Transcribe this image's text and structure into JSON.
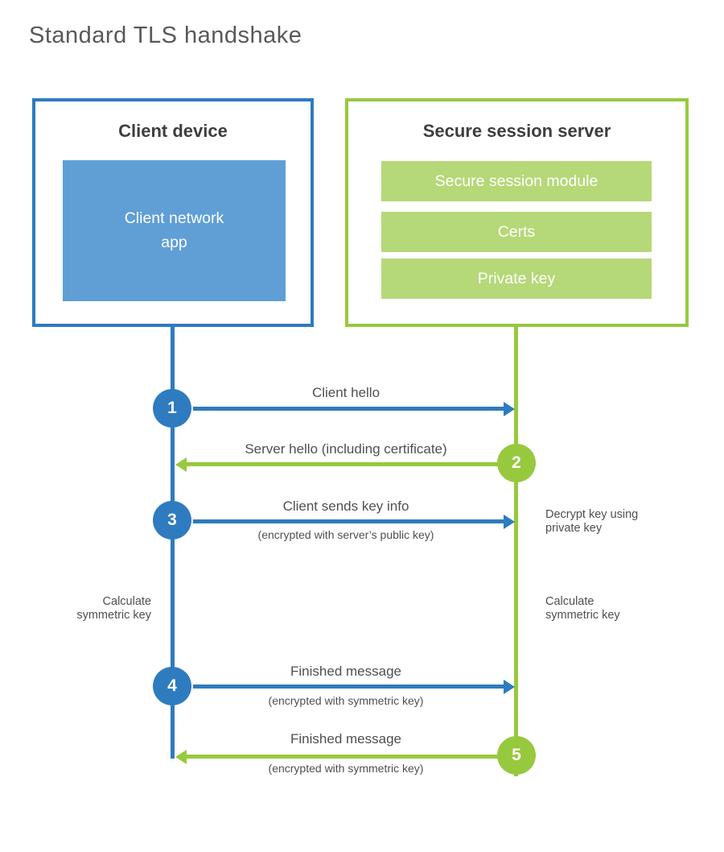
{
  "title": "Standard TLS handshake",
  "colors": {
    "blue": "#2e7bbf",
    "blue_fill": "#5f9fd6",
    "green": "#97c93e",
    "green_fill": "#b5d878",
    "heading": "#3d3e40",
    "label": "#4e4f51",
    "title_color": "#58595c"
  },
  "client": {
    "title": "Client device",
    "app_label": "Client network\napp"
  },
  "server": {
    "title": "Secure session server",
    "modules": [
      "Secure session module",
      "Certs",
      "Private key"
    ]
  },
  "steps": [
    {
      "number": "1",
      "label": "Client hello",
      "sublabel": "",
      "from": "client",
      "to": "server"
    },
    {
      "number": "2",
      "label": "Server hello (including certificate)",
      "sublabel": "",
      "from": "server",
      "to": "client"
    },
    {
      "number": "3",
      "label": "Client sends key info",
      "sublabel": "(encrypted with server’s public key)",
      "from": "client",
      "to": "server"
    },
    {
      "number": "4",
      "label": "Finished message",
      "sublabel": "(encrypted with symmetric key)",
      "from": "client",
      "to": "server"
    },
    {
      "number": "5",
      "label": "Finished message",
      "sublabel": "(encrypted with symmetric key)",
      "from": "server",
      "to": "client"
    }
  ],
  "annotations": {
    "decrypt_key": "Decrypt key using\nprivate key",
    "calculate_left": "Calculate\nsymmetric key",
    "calculate_right": "Calculate\nsymmetric key"
  }
}
